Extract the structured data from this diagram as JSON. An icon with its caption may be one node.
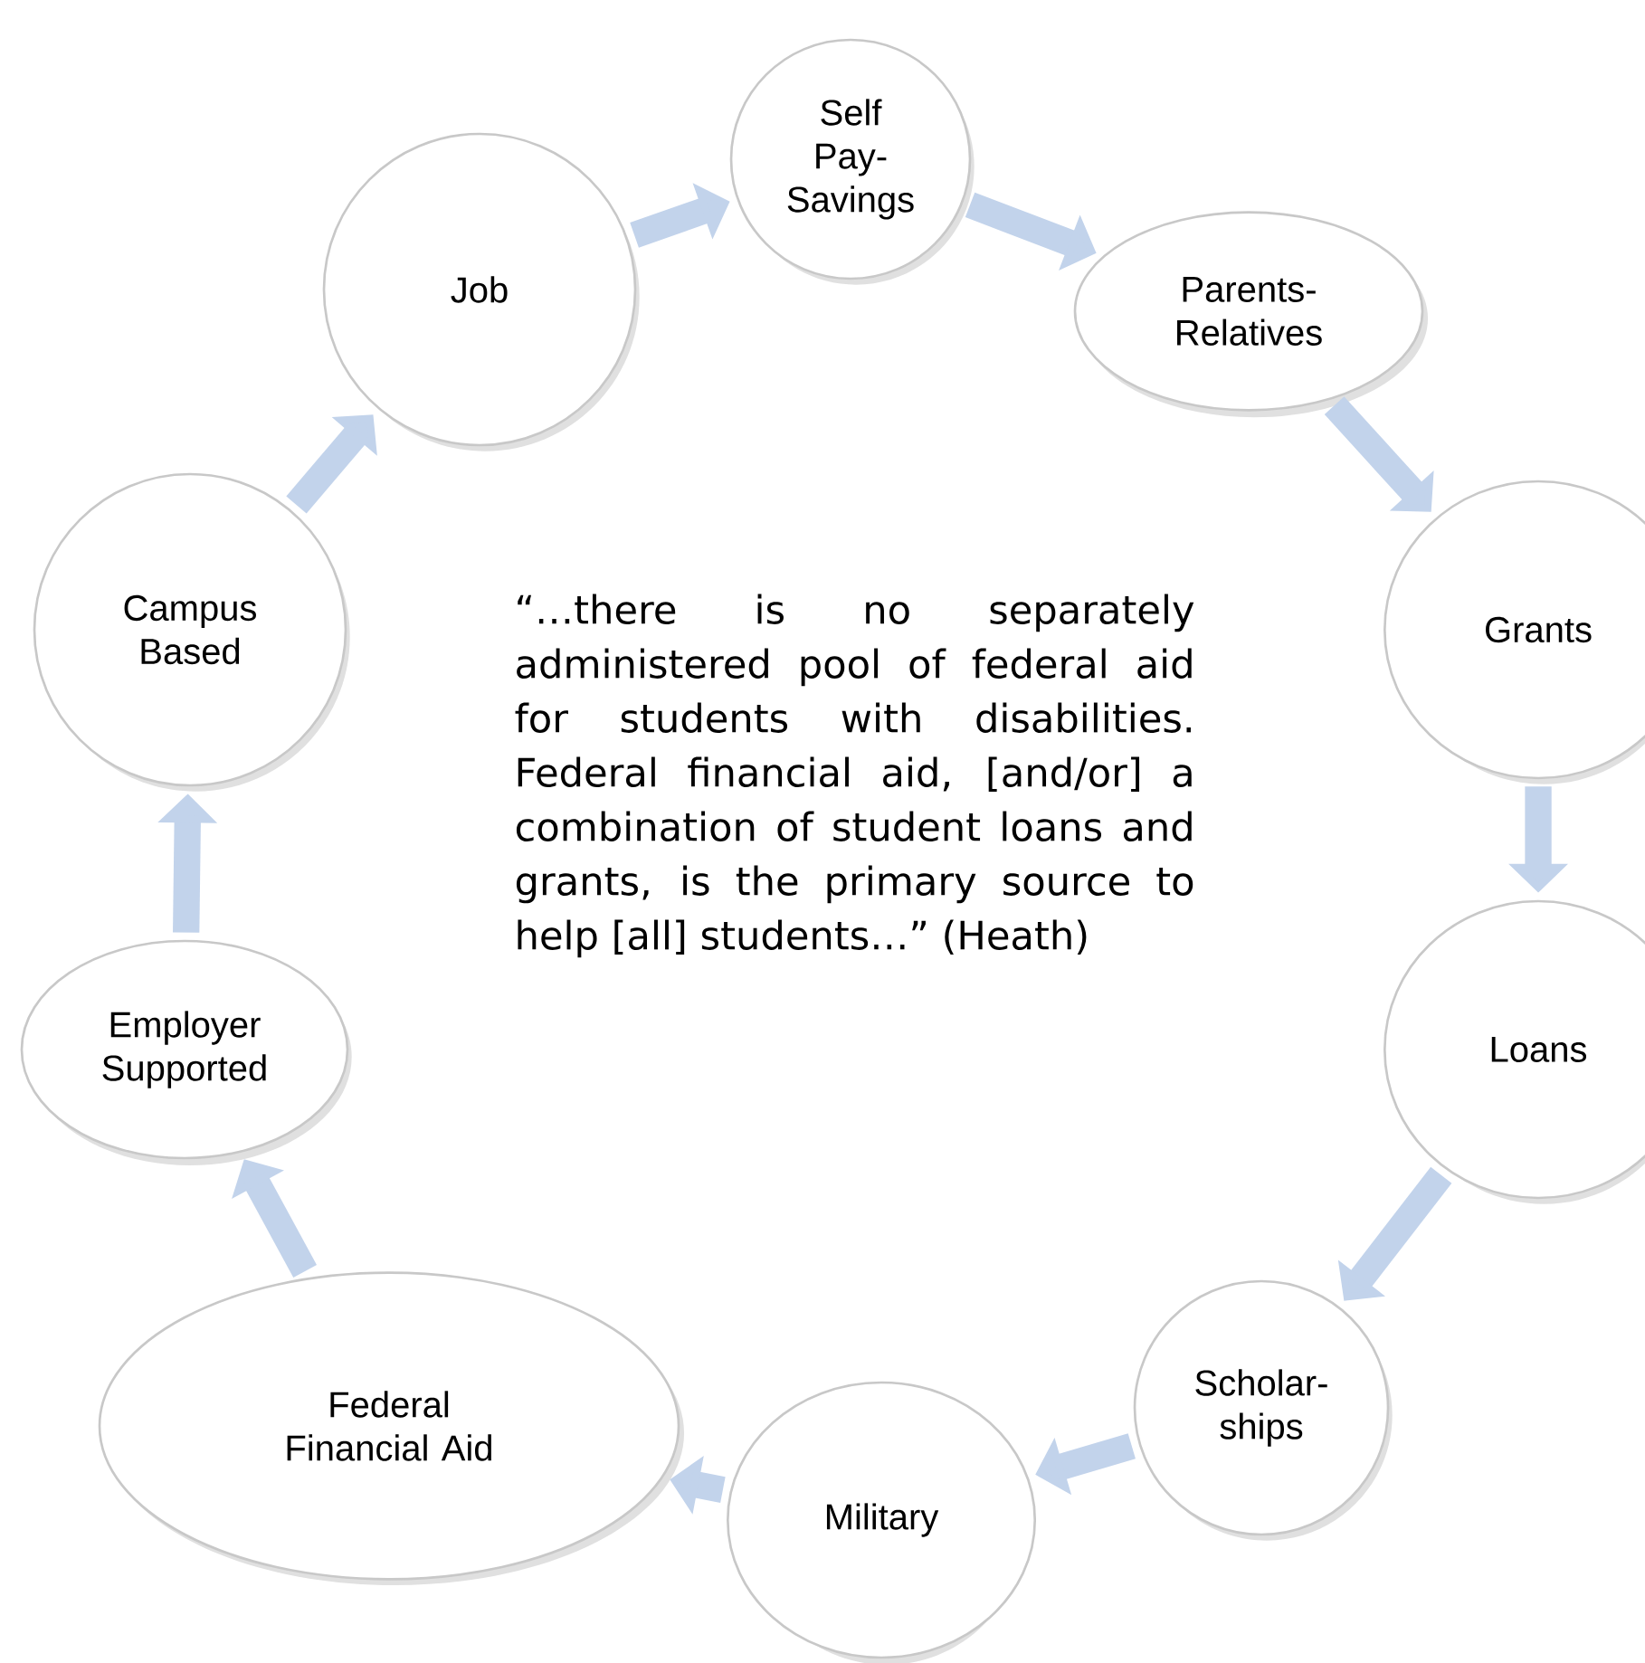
{
  "diagram": {
    "nodes": [
      {
        "text": [
          "Self Pay-Savings"
        ]
      },
      {
        "text": [
          "Parents-Relatives"
        ]
      },
      {
        "text": [
          "Grants"
        ]
      },
      {
        "text": [
          "Loans"
        ]
      },
      {
        "text": [
          "Scholar-ships"
        ]
      },
      {
        "text": [
          "Military"
        ]
      },
      {
        "text": [
          "Federal Financial Aid"
        ]
      },
      {
        "text": [
          "Employer Supported"
        ]
      },
      {
        "text": [
          "Campus Based"
        ]
      },
      {
        "text": [
          "Job"
        ]
      }
    ],
    "edges": [
      {
        "from": 0,
        "to": 1,
        "arrow": "to"
      },
      {
        "from": 1,
        "to": 2,
        "arrow": "to"
      },
      {
        "from": 2,
        "to": 3,
        "arrow": "to"
      },
      {
        "from": 3,
        "to": 4,
        "arrow": "to"
      },
      {
        "from": 4,
        "to": 5,
        "arrow": "to"
      },
      {
        "from": 5,
        "to": 6,
        "arrow": "to"
      },
      {
        "from": 6,
        "to": 7,
        "arrow": "to"
      },
      {
        "from": 7,
        "to": 8,
        "arrow": "to"
      },
      {
        "from": 8,
        "to": 9,
        "arrow": "to"
      },
      {
        "from": 9,
        "to": 0,
        "arrow": "to"
      }
    ],
    "labels": [
      "“…there is no separately administered pool of federal aid for students with disabilities. Federal financial aid, [and/or] a combination of student loans and grants, is the primary source to help [all] students…” (Heath)"
    ]
  }
}
